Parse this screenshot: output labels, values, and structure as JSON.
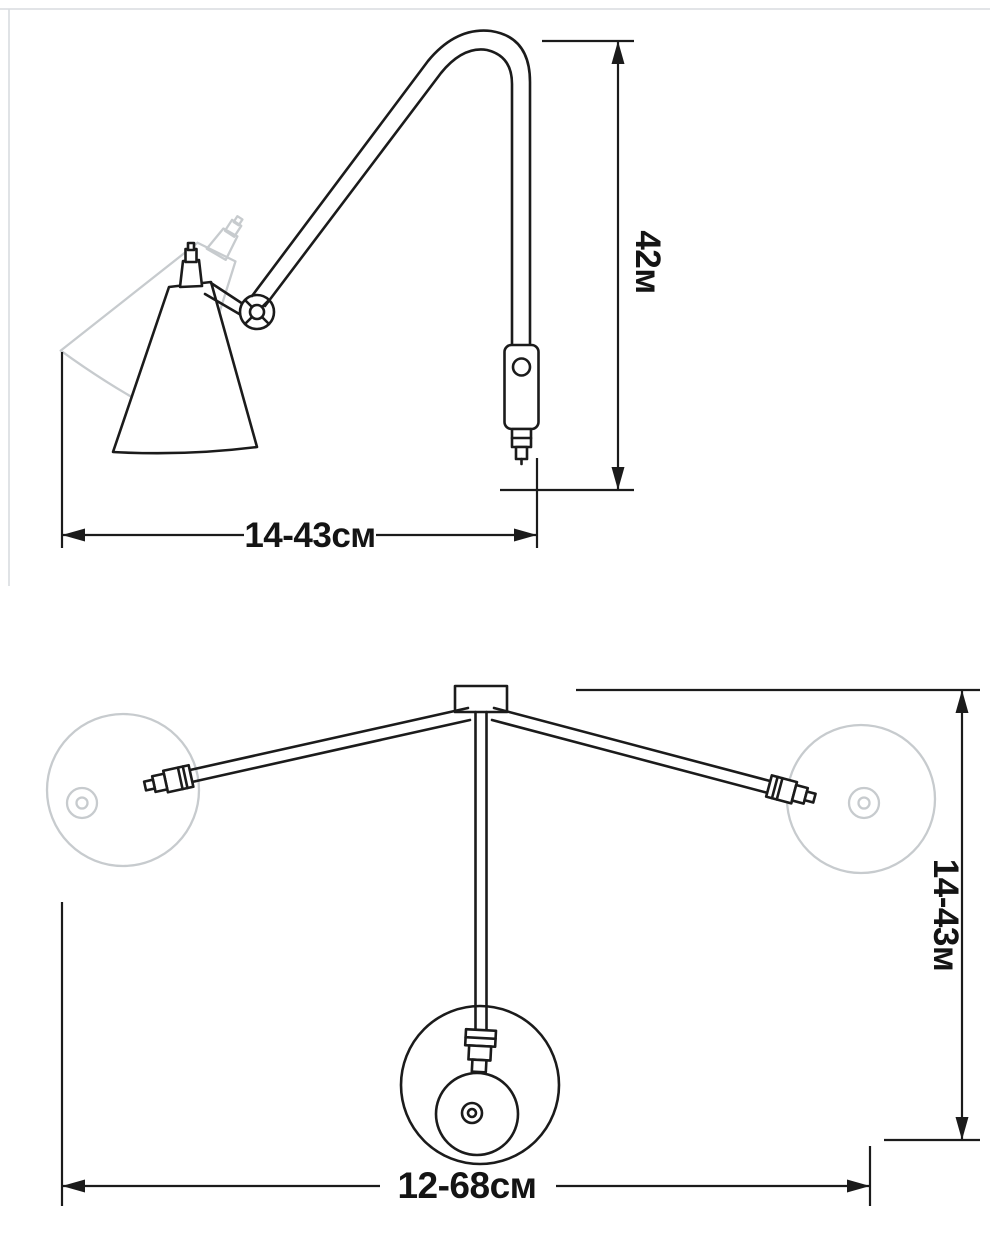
{
  "drawing": {
    "subject": "adjustable-wall-lamp-dimension-drawing",
    "side_view": {
      "height_label": "42м",
      "width_label": "14-43см"
    },
    "front_view": {
      "height_label": "14-43м",
      "width_label": "12-68см"
    },
    "colors": {
      "line": "#1b1b1b",
      "ghost": "#c7cbce",
      "background": "#ffffff",
      "frame": "#d9dcdf"
    }
  }
}
